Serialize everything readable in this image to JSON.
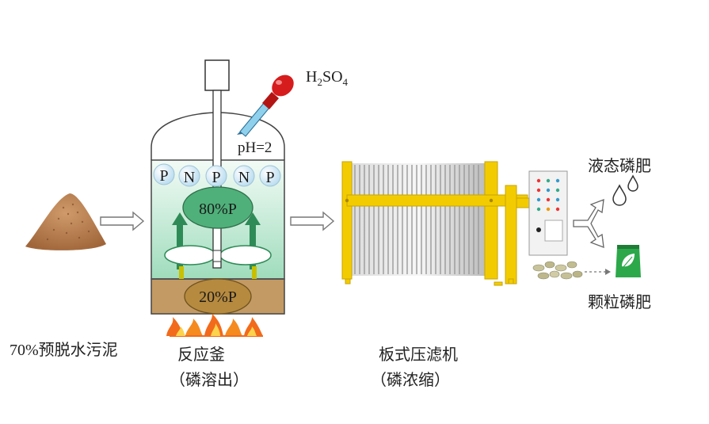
{
  "labels": {
    "sludge": "70%预脱水污泥",
    "reactor_name": "反应釜",
    "reactor_sub": "（磷溶出）",
    "filter_name": "板式压滤机",
    "filter_sub": "（磷浓缩）",
    "liquid_fert": "液态磷肥",
    "granular_fert": "颗粒磷肥"
  },
  "chem": {
    "acid_main": "H",
    "acid_sub1": "2",
    "acid_mid": "SO",
    "acid_sub2": "4",
    "ph": "pH=2"
  },
  "reactor": {
    "upper_pct": "80%P",
    "lower_pct": "20%P",
    "nutrients": [
      "P",
      "N",
      "P",
      "N",
      "P"
    ]
  },
  "colors": {
    "sludge": "#b57a4a",
    "liquid": "#c6ead6",
    "sediment": "#c39a63",
    "upper_ellipse": "#4fb07a",
    "lower_ellipse": "#b68a3f",
    "press_frame": "#f2cc00",
    "pipette": "#d61c1c",
    "flame": "#f26a1b",
    "fertilizer_bag": "#2ca84a"
  }
}
